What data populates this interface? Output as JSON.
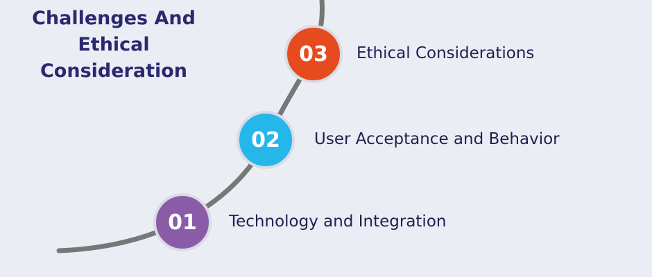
{
  "title": {
    "line1": "Challenges And",
    "line2": "Ethical",
    "line3": "Consideration"
  },
  "steps": [
    {
      "number": "01",
      "label": "Technology and Integration",
      "color": "#8a5ca8"
    },
    {
      "number": "02",
      "label": "User Acceptance and Behavior",
      "color": "#25b6ea"
    },
    {
      "number": "03",
      "label": "Ethical Considerations",
      "color": "#e54b1f"
    }
  ],
  "colors": {
    "background": "#ebedf5",
    "title": "#2b2870",
    "curve": "#777777",
    "label_text": "#1f2050"
  }
}
